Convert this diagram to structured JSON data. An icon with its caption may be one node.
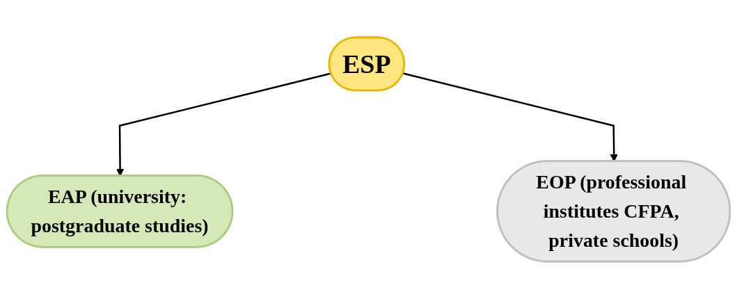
{
  "diagram": {
    "nodes": [
      {
        "text": [
          "ESP"
        ]
      },
      {
        "text": [
          "EAP (university: postgraduate studies)"
        ]
      },
      {
        "text": [
          "EOP (professional institutes CFPA, private schools)"
        ]
      }
    ],
    "edges": [
      {
        "from": 0,
        "to": 1,
        "arrow": "to"
      },
      {
        "from": 0,
        "to": 2,
        "arrow": "to"
      }
    ]
  }
}
